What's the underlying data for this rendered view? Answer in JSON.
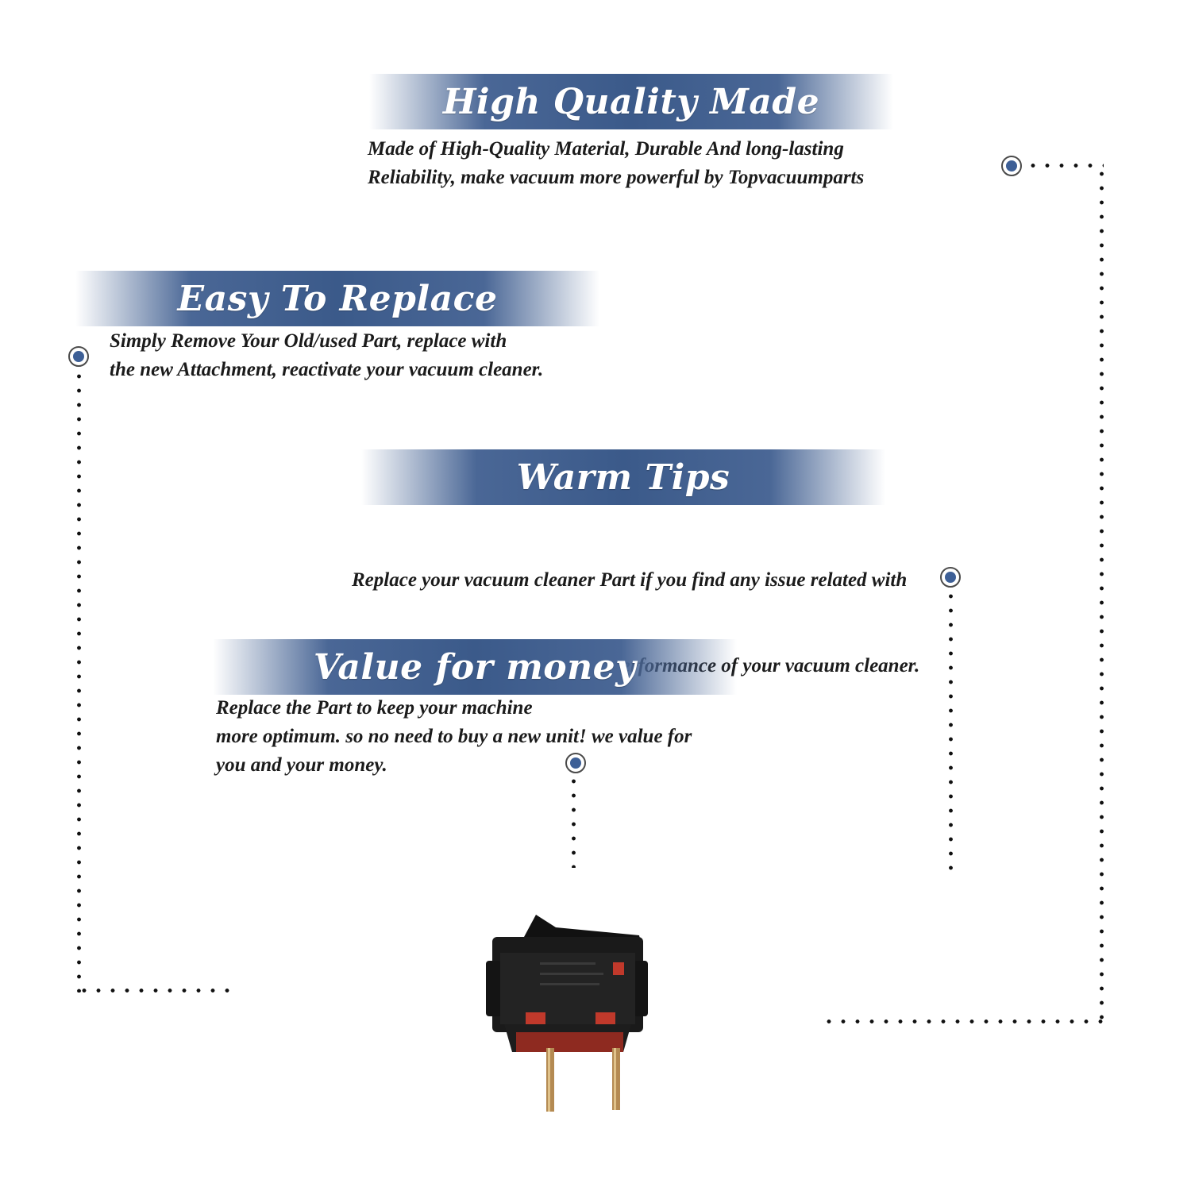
{
  "sections": [
    {
      "title": "High Quality Made",
      "lines": [
        "Made of  High-Quality Material, Durable And long-lasting",
        "Reliability, make vacuum more powerful by Topvacuumparts"
      ]
    },
    {
      "title": "Easy To Replace",
      "lines": [
        "Simply Remove Your Old/used Part, replace with",
        "the new Attachment, reactivate your vacuum cleaner."
      ]
    },
    {
      "title": "Warm Tips",
      "lines": [
        "Replace your vacuum cleaner Part if you find any issue related with",
        " attachment to ensure optimum performance of your vacuum cleaner."
      ]
    },
    {
      "title": "Value for money",
      "lines": [
        "Replace the Part to keep your machine",
        "more optimum. so no need to buy a new unit! we value for",
        "you and your money."
      ]
    }
  ],
  "colors": {
    "banner": "#3b5a8a",
    "marker_fill": "#3d5f96",
    "text": "#1b1b1b"
  },
  "product": {
    "icon": "rocker-switch-icon"
  }
}
